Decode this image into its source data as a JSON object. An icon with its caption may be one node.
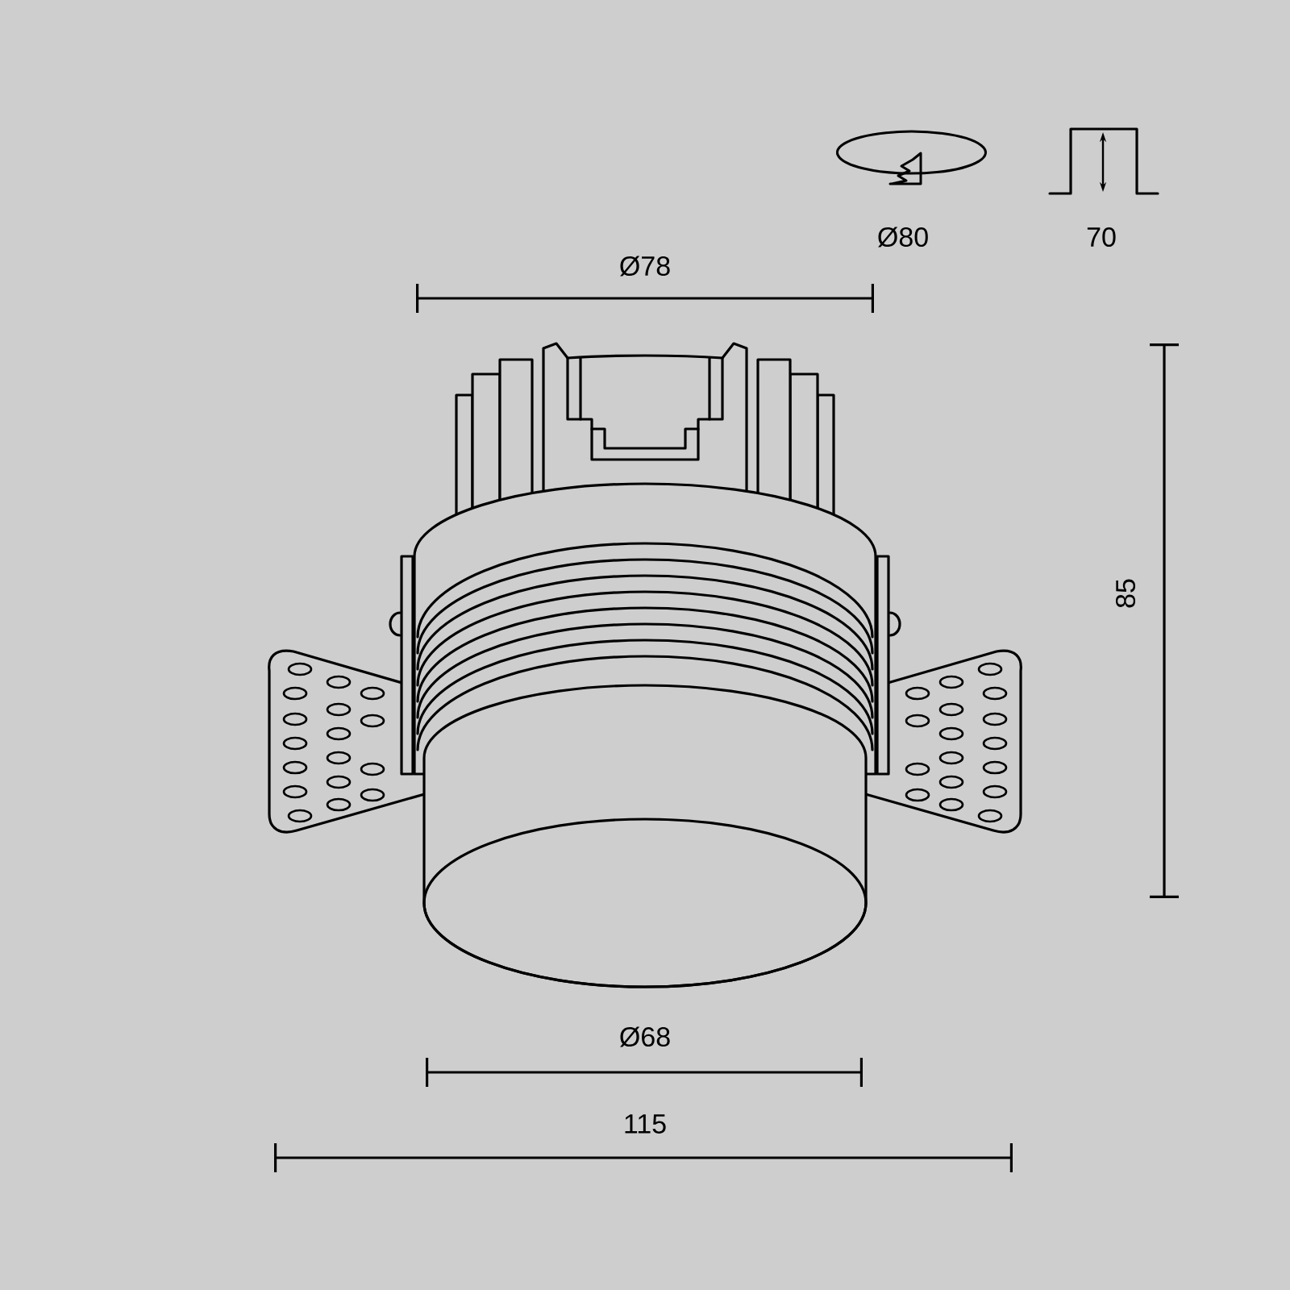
{
  "diagram": {
    "labels": [
      "Ø80",
      "70",
      "Ø78",
      "85",
      "Ø68",
      "115"
    ]
  }
}
